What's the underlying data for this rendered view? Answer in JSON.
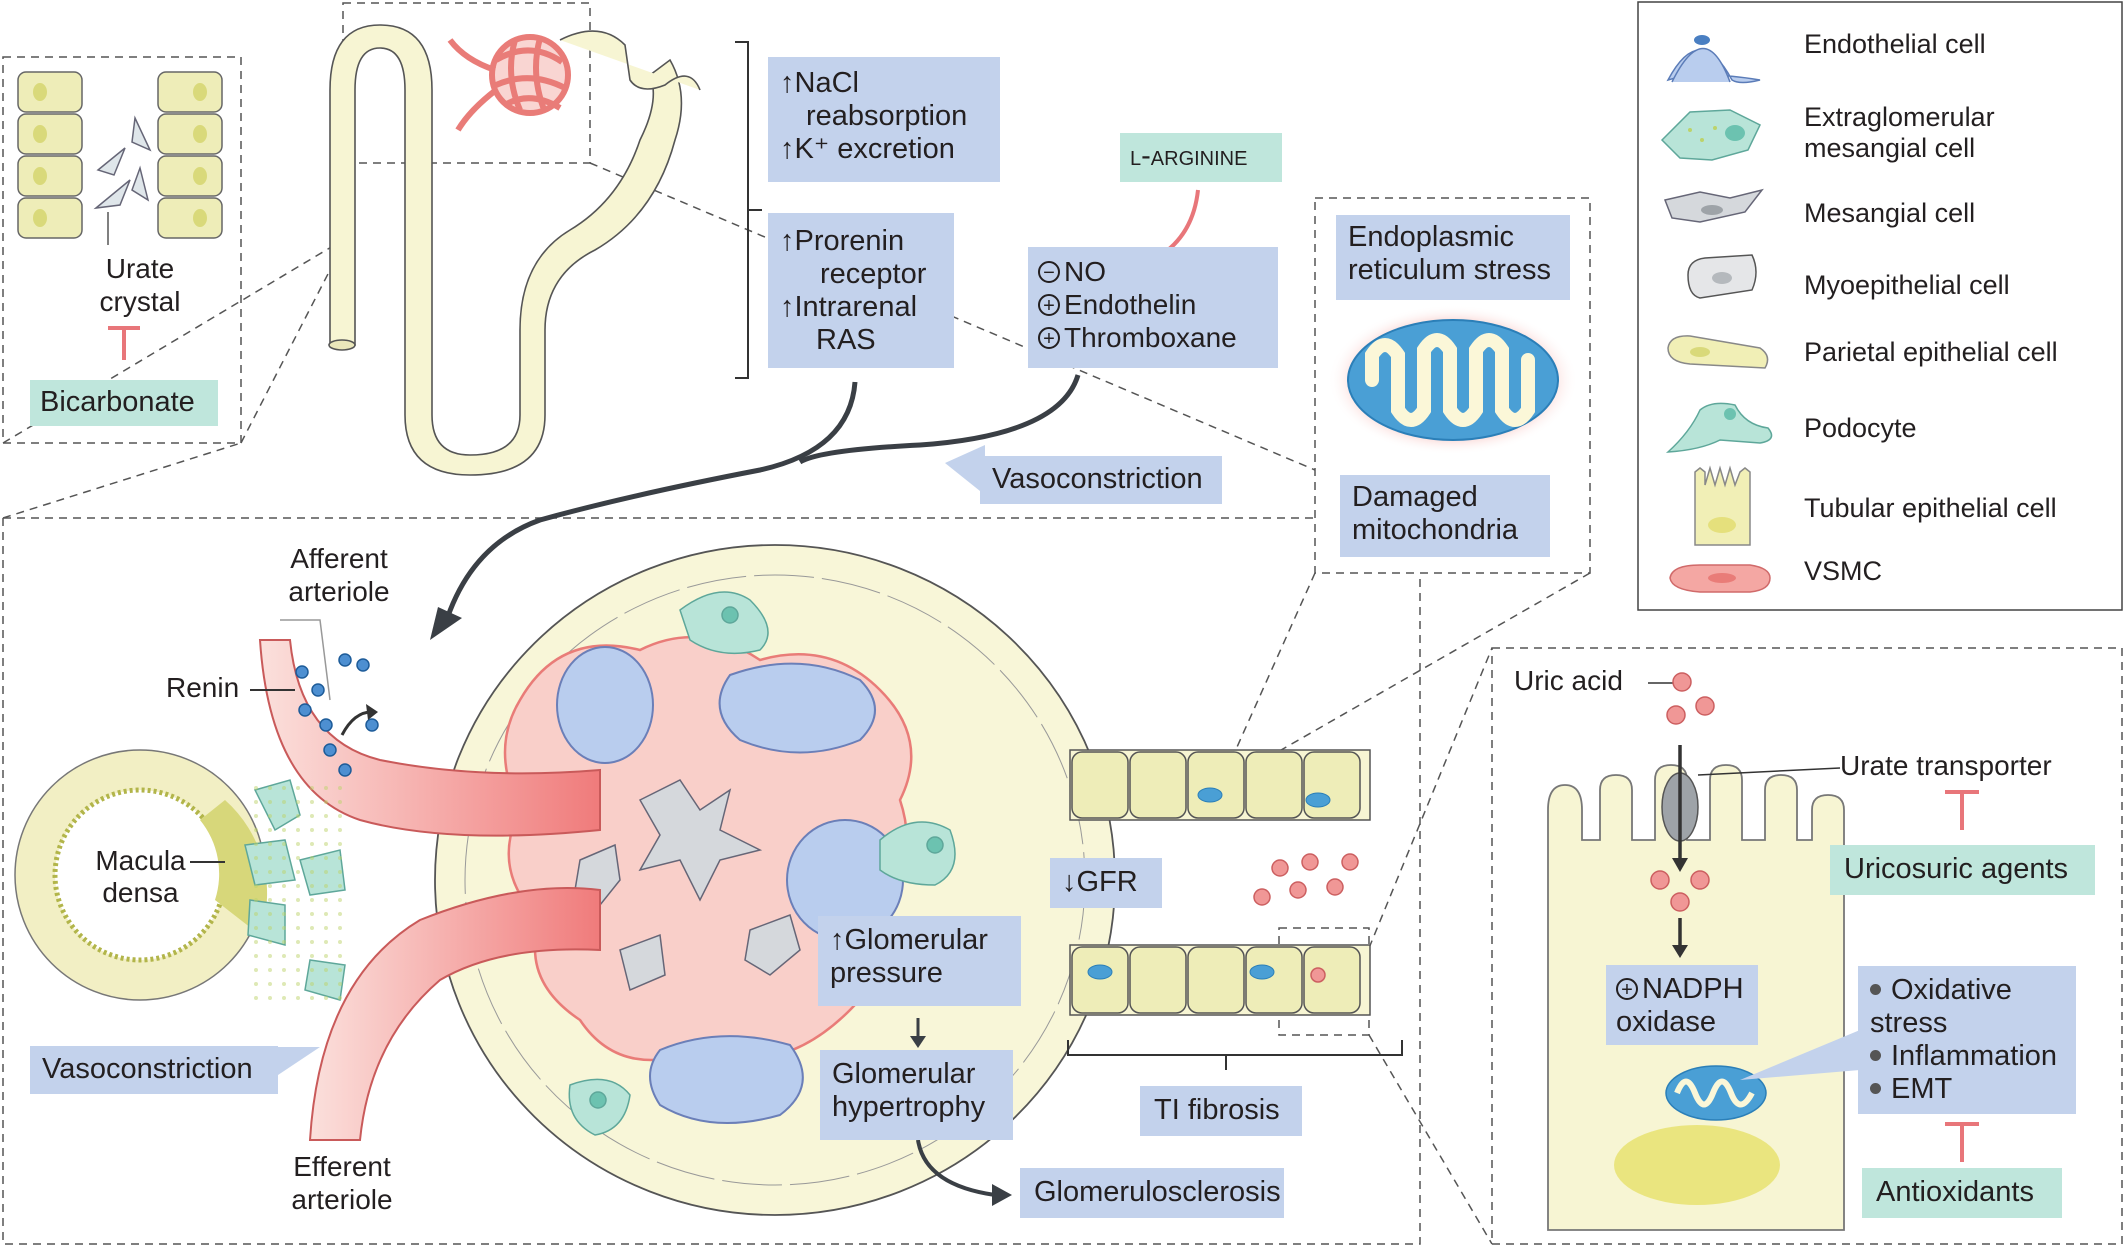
{
  "legend": {
    "items": [
      {
        "label": "Endothelial cell"
      },
      {
        "label": "Extraglomerular mesangial  cell"
      },
      {
        "label": "Mesangial cell"
      },
      {
        "label": "Myoepithelial cell"
      },
      {
        "label": "Parietal epithelial cell"
      },
      {
        "label": "Podocyte"
      },
      {
        "label": "Tubular epithelial cell"
      },
      {
        "label": "VSMC"
      }
    ]
  },
  "urate_panel": {
    "crystal": "Urate crystal",
    "inhibitor": "Bicarbonate"
  },
  "tubular_effects": {
    "box1_line1": "↑NaCl",
    "box1_line2": "reabsorption",
    "box1_line3": "↑K⁺ excretion",
    "box2_line1": "↑Prorenin",
    "box2_line2": "receptor",
    "box2_line3": "↑Intrarenal",
    "box2_line4": "RAS"
  },
  "endothelial": {
    "arginine": "l-arginine",
    "no": "NO",
    "endothelin": "Endothelin",
    "thromboxane": "Thromboxane",
    "minus": "−",
    "plus": "+"
  },
  "mito_panel": {
    "er_stress": "Endoplasmic reticulum stress",
    "damaged": "Damaged mitochondria"
  },
  "glomerulus": {
    "vasoconstriction_top": "Vasoconstriction",
    "afferent": "Afferent arteriole",
    "renin": "Renin",
    "macula": "Macula densa",
    "vasoconstriction_left": "Vasoconstriction",
    "efferent": "Efferent arteriole",
    "gfr": "↓GFR",
    "pressure": "↑Glomerular pressure",
    "hypertrophy": "Glomerular hypertrophy",
    "sclerosis": "Glomerulosclerosis",
    "ti_fibrosis": "TI fibrosis"
  },
  "cell_panel": {
    "uric_acid": "Uric acid",
    "transporter": "Urate transporter",
    "uricosuric": "Uricosuric agents",
    "nadph": "NADPH oxidase",
    "effects": [
      "Oxidative stress",
      "Inflammation",
      "EMT"
    ],
    "antioxidants": "Antioxidants"
  },
  "colors": {
    "blue_box": "#c3d2ec",
    "teal_box": "#bfe6dc",
    "inhibit": "#e8767a",
    "tubule": "#f7f5d3",
    "vessel": "#f4a7a3"
  }
}
